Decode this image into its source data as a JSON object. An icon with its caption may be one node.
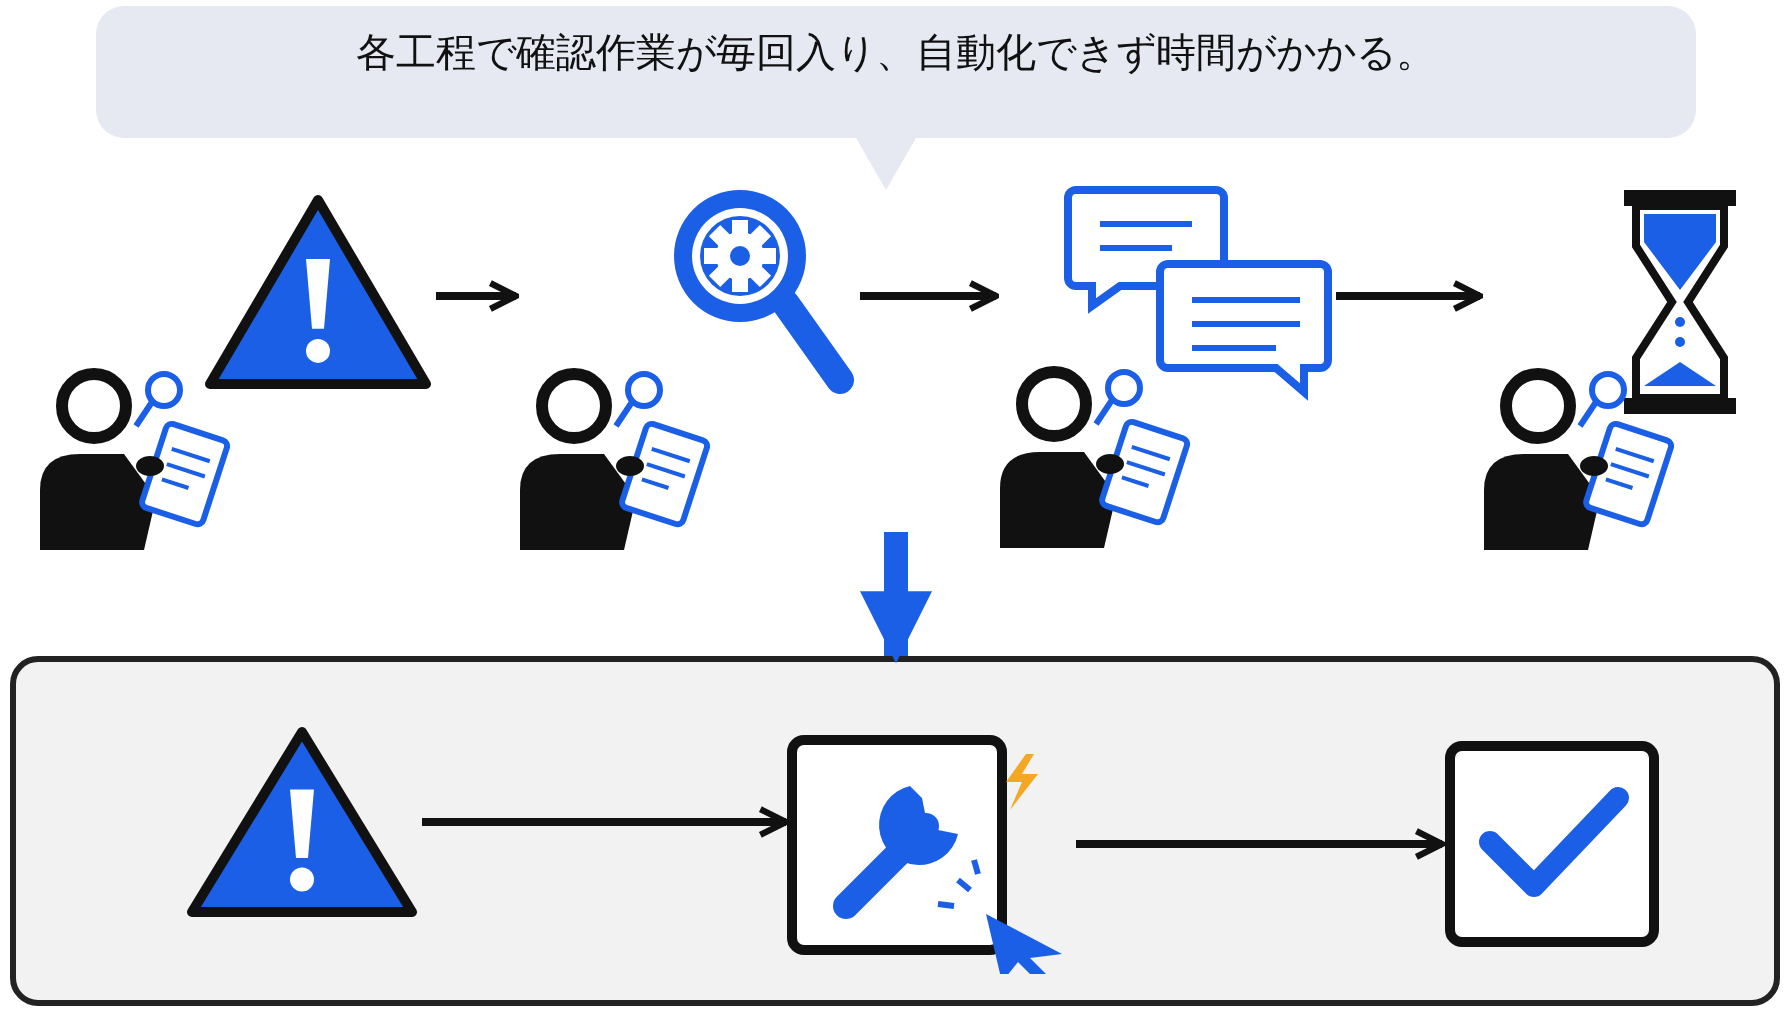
{
  "diagram": {
    "nodes": [
      {
        "text": [
          "各工程で確認作業が毎回入り、自動化できず時間がかかる。"
        ]
      },
      {
        "text": [],
        "shape": "picture"
      },
      {
        "text": [],
        "shape": "picture"
      },
      {
        "text": [],
        "shape": "picture"
      },
      {
        "text": [],
        "shape": "picture"
      },
      {
        "text": [],
        "shape": "box"
      },
      {
        "text": [],
        "shape": "picture",
        "in": 5
      },
      {
        "text": [],
        "shape": "picture",
        "in": 5
      },
      {
        "text": [],
        "shape": "picture",
        "in": 5
      }
    ],
    "edges": [
      {
        "from": 1,
        "to": 2,
        "arrow": "to"
      },
      {
        "from": 2,
        "to": 3,
        "arrow": "to"
      },
      {
        "from": 3,
        "to": 4,
        "arrow": "to"
      },
      {
        "from": null,
        "to": 5,
        "arrow": "to",
        "style": "thick",
        "color": "#1a5fe6"
      },
      {
        "from": 6,
        "to": 7,
        "arrow": "to"
      },
      {
        "from": 7,
        "to": 8,
        "arrow": "to"
      }
    ]
  }
}
